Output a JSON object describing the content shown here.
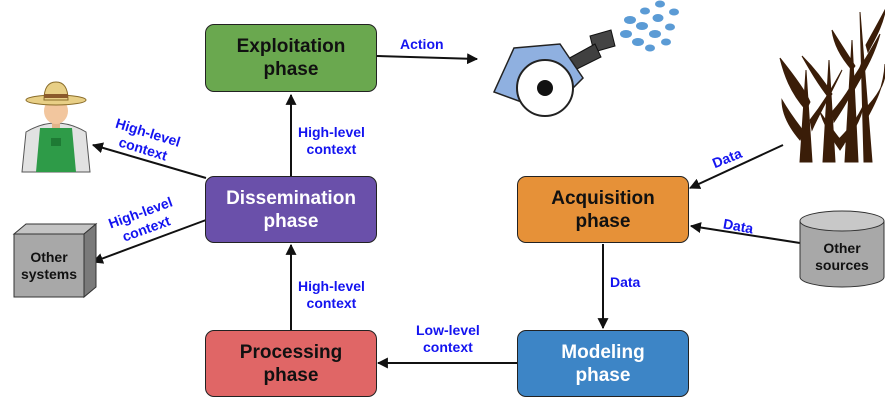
{
  "colors": {
    "exploitation": "#6aa84f",
    "dissemination": "#6a50aa",
    "processing": "#e06666",
    "acquisition": "#e69138",
    "modeling": "#3d85c6",
    "label_text": "#1414f0",
    "arrow": "#111111",
    "grey_shape": "#a8a8a8"
  },
  "phases": {
    "exploitation": {
      "line1": "Exploitation",
      "line2": "phase"
    },
    "dissemination": {
      "line1": "Dissemination",
      "line2": "phase"
    },
    "processing": {
      "line1": "Processing",
      "line2": "phase"
    },
    "acquisition": {
      "line1": "Acquisition",
      "line2": "phase"
    },
    "modeling": {
      "line1": "Modeling",
      "line2": "phase"
    }
  },
  "labels": {
    "action": "Action",
    "diss_to_exp": {
      "line1": "High-level",
      "line2": "context"
    },
    "proc_to_diss": {
      "line1": "High-level",
      "line2": "context"
    },
    "to_farmer": {
      "line1": "High-level",
      "line2": "context"
    },
    "to_systems": {
      "line1": "High-level",
      "line2": "context"
    },
    "mod_to_proc": {
      "line1": "Low-level",
      "line2": "context"
    },
    "acq_to_mod": "Data",
    "crop_to_acq": "Data",
    "sources_to_acq": "Data"
  },
  "entities": {
    "other_systems": {
      "line1": "Other",
      "line2": "systems"
    },
    "other_sources": {
      "line1": "Other",
      "line2": "sources"
    },
    "farmer": "farmer-icon",
    "sprinkler": "sprinkler-icon",
    "crop": "crop-icon"
  }
}
